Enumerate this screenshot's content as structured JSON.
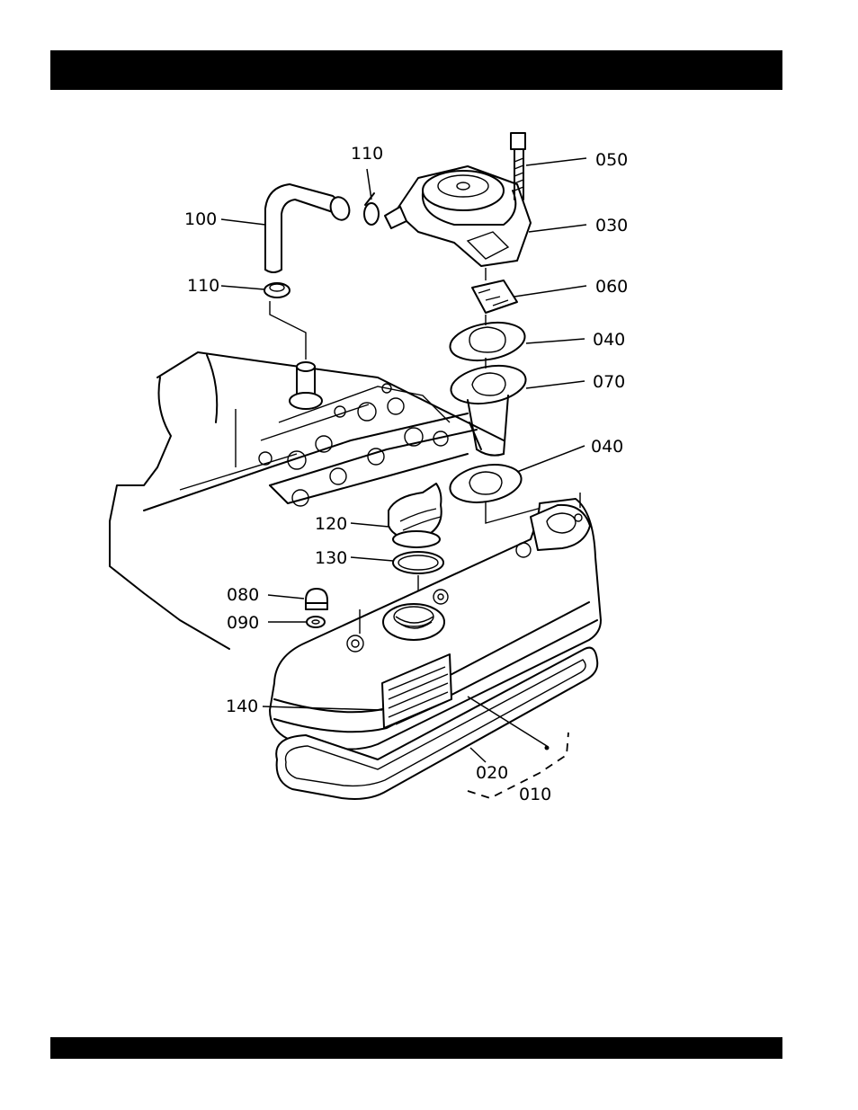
{
  "callouts": {
    "c050": "050",
    "c110_top": "110",
    "c100": "100",
    "c030": "030",
    "c110_left": "110",
    "c060": "060",
    "c040_top": "040",
    "c070": "070",
    "c040_mid": "040",
    "c120": "120",
    "c130": "130",
    "c080": "080",
    "c090": "090",
    "c140": "140",
    "c020": "020",
    "c010": "010"
  },
  "icons": {
    "header": "black-header-bar",
    "footer": "black-footer-bar"
  }
}
